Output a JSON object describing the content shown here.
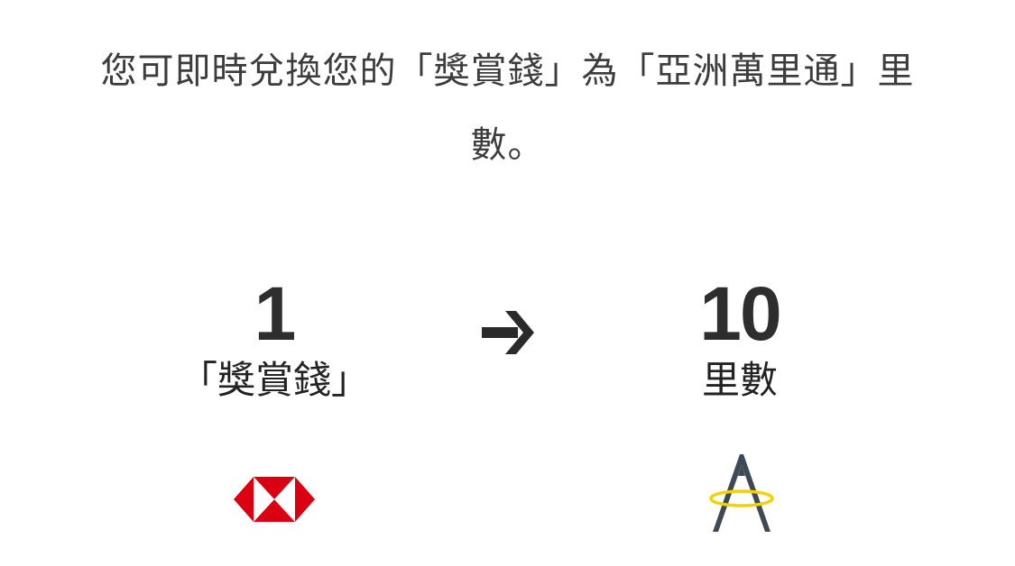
{
  "intro": {
    "text": "您可即時兌換您的「獎賞錢」為「亞洲萬里通」里數。"
  },
  "conversion": {
    "from": {
      "amount": "1",
      "unit": "「獎賞錢」",
      "logo_icon": "hsbc-logo-icon"
    },
    "arrow_icon": "arrow-right-icon",
    "to": {
      "amount": "10",
      "unit": "里數",
      "logo_icon": "asia-miles-logo-icon"
    }
  },
  "colors": {
    "text": "#333333",
    "hsbc_red": "#db0011",
    "asia_miles_dark": "#3d4a54",
    "asia_miles_gold": "#f2d300"
  }
}
